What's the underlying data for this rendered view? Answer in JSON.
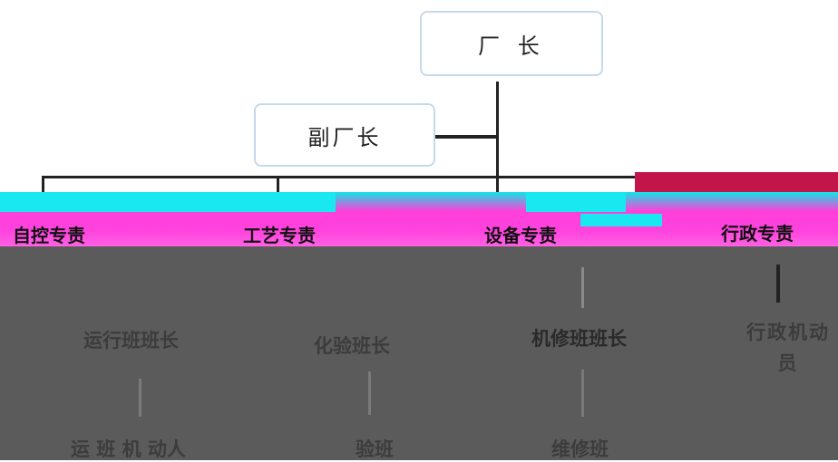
{
  "top": {
    "title": "厂 长"
  },
  "deputy": {
    "title": "副厂长"
  },
  "departments": [
    {
      "label": "自控专责"
    },
    {
      "label": "工艺专责"
    },
    {
      "label": "设备专责"
    },
    {
      "label": "行政专责"
    }
  ],
  "teams": {
    "leaders": [
      {
        "label": "运行班班长"
      },
      {
        "label": "化验班长"
      },
      {
        "label": "机修班班长"
      },
      {
        "label": "行政机动员"
      }
    ],
    "units": [
      {
        "label": "运 班 机 动人"
      },
      {
        "label": "验班"
      },
      {
        "label": "维修班"
      }
    ]
  },
  "colors": {
    "band_magenta": "#ff42de",
    "band_cyan": "#19e8f0",
    "band_dark": "#c2164a",
    "lower_gray": "#5b5b5b",
    "box_border": "#c7d9e8"
  }
}
